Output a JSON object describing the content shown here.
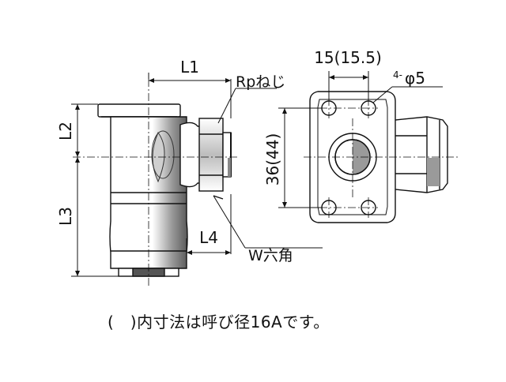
{
  "labels": {
    "l1": "L1",
    "l2": "L2",
    "l3": "L3",
    "l4": "L4",
    "rp_thread": "Rpねじ",
    "w_hex": "W六角",
    "dim_15": "15(15.5)",
    "hole_count": "4-",
    "hole_dia": "φ5",
    "dim_36": "36(44)"
  },
  "note": "(　)内寸法は呼び径16Aです。",
  "colors": {
    "line": "#111111",
    "shade": "#7a7a7a",
    "background": "#ffffff"
  }
}
